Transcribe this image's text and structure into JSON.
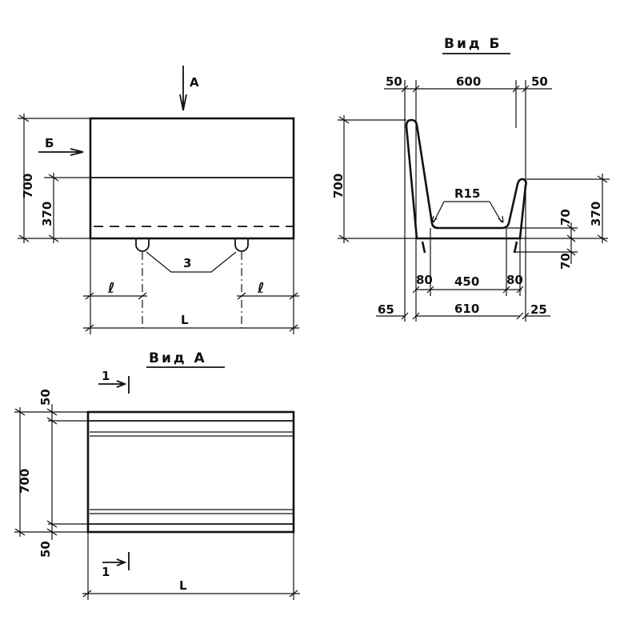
{
  "front_view": {
    "view_a_marker": "А",
    "view_b_marker": "Б",
    "height_dim": "700",
    "lower_dim": "370",
    "loop_label": "3",
    "left_offset": "ℓ",
    "right_offset": "ℓ",
    "length": "L"
  },
  "view_b": {
    "title": "Вид Б",
    "top_left": "50",
    "top_mid": "600",
    "top_right": "50",
    "height": "700",
    "right_height": "370",
    "floor_thickness": "70",
    "foot_height": "70",
    "radius": "R15",
    "bottom_left": "80",
    "bottom_mid": "450",
    "bottom_right": "80",
    "base_left": "65",
    "base_mid": "610",
    "base_right": "25"
  },
  "view_a": {
    "title": "Вид А",
    "section_top": "1",
    "section_bottom": "1",
    "top_edge": "50",
    "height": "700",
    "bottom_edge": "50",
    "length": "L"
  }
}
